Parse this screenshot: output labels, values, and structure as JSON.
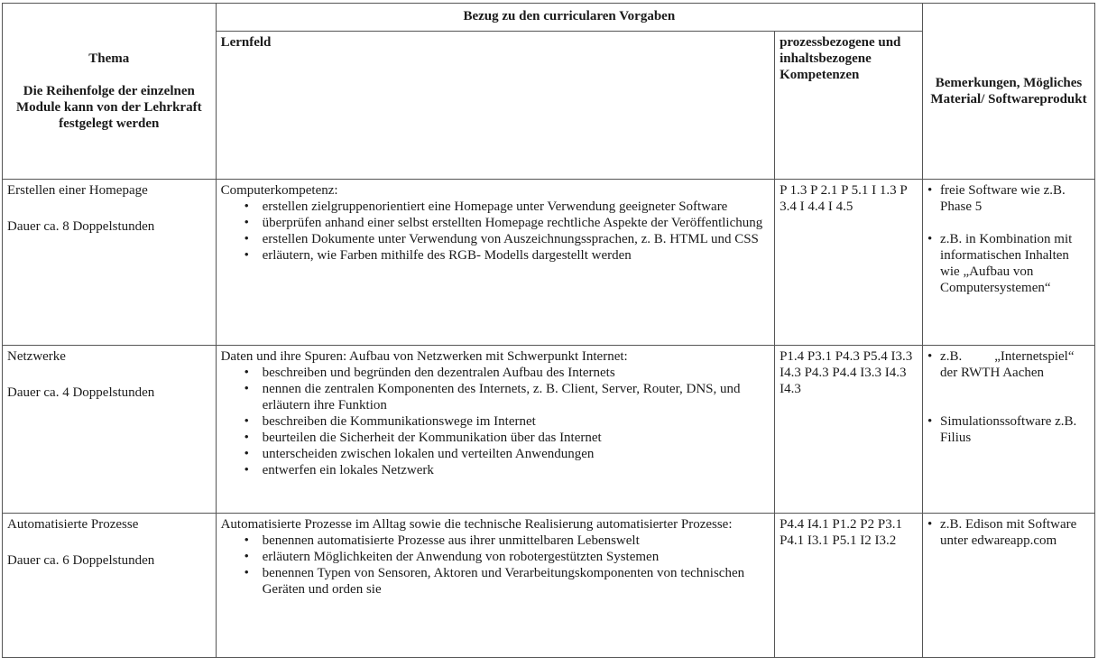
{
  "header": {
    "group_title": "Bezug zu den curricularen Vorgaben",
    "col1_title": "Thema",
    "col1_note": "Die Reihenfolge der einzelnen Module kann von der Lehrkraft festgelegt werden",
    "col2_title": "Lernfeld",
    "col3_title": "prozessbezogene und inhaltsbezogene Kompetenzen",
    "col4_title": "Bemerkungen, Mögliches Material/ Softwareprodukt"
  },
  "rows": [
    {
      "thema": "Erstellen einer Homepage",
      "dauer": "Dauer ca. 8 Doppelstunden",
      "lernfeld_intro": "Computerkompetenz:",
      "bullets": [
        "erstellen zielgruppenorientiert eine Homepage unter Verwendung geeigneter Software",
        "überprüfen anhand einer selbst erstellten Homepage rechtliche Aspekte der Veröffentlichung",
        "erstellen Dokumente unter Verwendung von Auszeichnungssprachen, z. B. HTML und CSS",
        "erläutern, wie Farben mithilfe des RGB- Modells dargestellt werden"
      ],
      "kompetenzen": "P 1.3 P 2.1 P 5.1 I 1.3 P 3.4 I 4.4 I 4.5",
      "bemerkungen": [
        "freie Software wie z.B. Phase 5",
        "z.B. in Kombination mit informatischen Inhalten wie „Aufbau von Computersystemen“"
      ]
    },
    {
      "thema": "Netzwerke",
      "dauer": "Dauer ca. 4 Doppelstunden",
      "lernfeld_intro": "Daten und ihre Spuren: Aufbau von Netzwerken mit Schwerpunkt Internet:",
      "bullets": [
        "beschreiben und begründen den dezentralen Aufbau des Internets",
        "nennen die zentralen Komponenten des Internets, z. B. Client, Server, Router, DNS, und erläutern ihre Funktion",
        "beschreiben die Kommunikationswege im Internet",
        "beurteilen die Sicherheit der Kommunikation über das Internet",
        "unterscheiden zwischen lokalen und verteilten Anwendungen",
        "entwerfen ein lokales Netzwerk"
      ],
      "kompetenzen": "P1.4 P3.1 P4.3 P5.4 I3.3 I4.3 P4.3 P4.4 I3.3 I4.3 I4.3",
      "bemerkungen_a_prefix": "z.B.",
      "bemerkungen_a_rest": "„Internetspiel“ der RWTH Aachen",
      "bemerkungen_b": "Simulationssoftware z.B. Filius"
    },
    {
      "thema": "Automatisierte Prozesse",
      "dauer": "Dauer ca. 6 Doppelstunden",
      "lernfeld_intro": "Automatisierte Prozesse im Alltag sowie die technische Realisierung automatisierter Prozesse:",
      "bullets": [
        "benennen automatisierte Prozesse aus ihrer unmittelbaren Lebenswelt",
        "erläutern Möglichkeiten der Anwendung von robotergestützten Systemen",
        "benennen Typen von Sensoren, Aktoren und Verarbeitungskomponenten von technischen Geräten und orden sie"
      ],
      "kompetenzen": "P4.4 I4.1 P1.2 P2 P3.1 P4.1 I3.1 P5.1 I2 I3.2",
      "bemerkungen": [
        "z.B. Edison mit Software unter edwareapp.com"
      ]
    }
  ]
}
